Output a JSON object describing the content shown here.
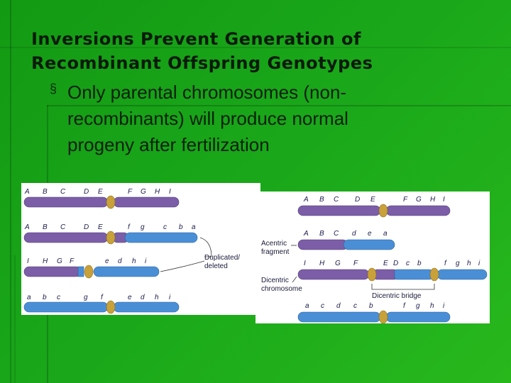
{
  "slide": {
    "title_line1": "Inversions Prevent Generation of",
    "title_line2": "Recombinant Offspring Genotypes",
    "bullet_marker": "§",
    "bullet_line1": "Only parental chromosomes (non-",
    "bullet_line2": "recombinants) will produce normal",
    "bullet_line3": "progeny after fertilization"
  },
  "left_figure": {
    "row1": [
      "A",
      "B",
      "C",
      "D",
      "E",
      "F",
      "G",
      "H",
      "I"
    ],
    "row2": [
      "A",
      "B",
      "C",
      "D",
      "E",
      "f",
      "g",
      "c",
      "b",
      "a"
    ],
    "row3": [
      "I",
      "H",
      "G",
      "F",
      "e",
      "d",
      "h",
      "i"
    ],
    "row4": [
      "a",
      "b",
      "c",
      "g",
      "f",
      "e",
      "d",
      "h",
      "i"
    ],
    "callout_line1": "Duplicated/",
    "callout_line2": "deleted"
  },
  "right_figure": {
    "row1": [
      "A",
      "B",
      "C",
      "D",
      "E",
      "F",
      "G",
      "H",
      "I"
    ],
    "row2": [
      "A",
      "B",
      "C",
      "d",
      "e",
      "a"
    ],
    "row3": [
      "I",
      "H",
      "G",
      "F",
      "E",
      "D",
      "c",
      "b",
      "f",
      "g",
      "h",
      "i"
    ],
    "row4": [
      "a",
      "c",
      "d",
      "c",
      "b",
      "f",
      "g",
      "h",
      "i"
    ],
    "acentric_line1": "Acentric",
    "acentric_line2": "fragment",
    "dicentric_line1": "Dicentric",
    "dicentric_line2": "chromosome",
    "bridge_label": "Dicentric bridge"
  },
  "colors": {
    "background": "#1aa81a",
    "purple_chromatid": "#7b5ea7",
    "blue_chromatid": "#4a8fd6",
    "centromere": "#c9a13a"
  }
}
